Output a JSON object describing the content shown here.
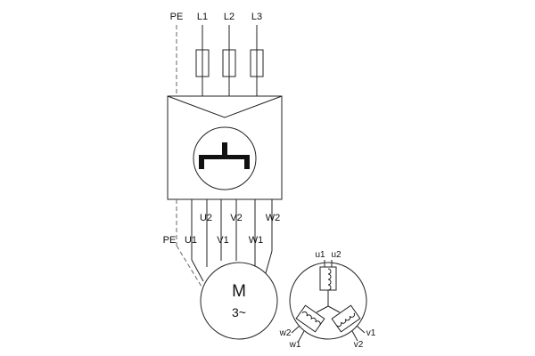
{
  "supply": {
    "pe": "PE",
    "l1": "L1",
    "l2": "L2",
    "l3": "L3"
  },
  "starter_outputs": {
    "u2": "U2",
    "v2": "V2",
    "w2": "W2"
  },
  "motor_terminals": {
    "pe": "PE",
    "u1": "U1",
    "v1": "V1",
    "w1": "W1"
  },
  "motor": {
    "label": "M",
    "phase": "3~"
  },
  "winding_diagram": {
    "u1": "u1",
    "u2": "u2",
    "v1": "v1",
    "v2": "v2",
    "w1": "w1",
    "w2": "w2"
  }
}
